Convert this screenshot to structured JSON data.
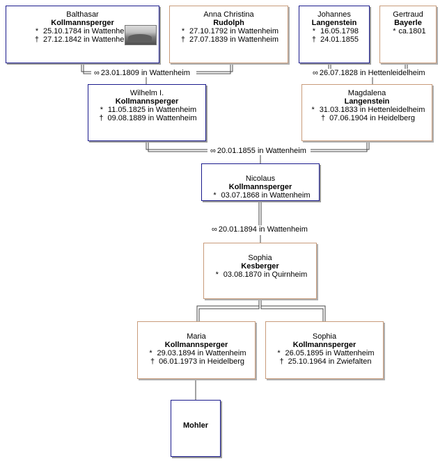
{
  "people": {
    "balthasar": {
      "first": "Balthasar",
      "last": "Kollmannsperger",
      "birth_sym": "*",
      "birth": "25.10.1784 in Wattenheim",
      "death_sym": "†",
      "death": "27.12.1842 in Wattenheim"
    },
    "anna": {
      "first": "Anna Christina",
      "last": "Rudolph",
      "birth_sym": "*",
      "birth": "27.10.1792 in Wattenheim",
      "death_sym": "†",
      "death": "27.07.1839 in Wattenheim"
    },
    "johannes": {
      "first": "Johannes",
      "last": "Langenstein",
      "birth_sym": "*",
      "birth": "16.05.1798",
      "death_sym": "†",
      "death": "24.01.1855"
    },
    "gertraud": {
      "first": "Gertraud",
      "last": "Bayerle",
      "birth_sym": "*",
      "birth": "ca.1801"
    },
    "wilhelm": {
      "first": "Wilhelm I.",
      "last": "Kollmannsperger",
      "birth_sym": "*",
      "birth": "11.05.1825 in Wattenheim",
      "death_sym": "†",
      "death": "09.08.1889 in Wattenheim"
    },
    "magdalena": {
      "first": "Magdalena",
      "last": "Langenstein",
      "birth_sym": "*",
      "birth": "31.03.1833 in Hettenleidelheim",
      "death_sym": "†",
      "death": "07.06.1904 in Heidelberg"
    },
    "nicolaus": {
      "first": "Nicolaus",
      "last": "Kollmannsperger",
      "birth_sym": "*",
      "birth": "03.07.1868 in Wattenheim"
    },
    "sophia_k": {
      "first": "Sophia",
      "last": "Kesberger",
      "birth_sym": "*",
      "birth": "03.08.1870 in Quirnheim"
    },
    "maria": {
      "first": "Maria",
      "last": "Kollmannsperger",
      "birth_sym": "*",
      "birth": "29.03.1894 in Wattenheim",
      "death_sym": "†",
      "death": "06.01.1973 in Heidelberg"
    },
    "sophia_c": {
      "first": "Sophia",
      "last": "Kollmannsperger",
      "birth_sym": "*",
      "birth": "26.05.1895 in Wattenheim",
      "death_sym": "†",
      "death": "25.10.1964 in Zwiefalten"
    },
    "mohler": {
      "last": "Mohler"
    }
  },
  "marriages": {
    "m1": {
      "symbol": "∞",
      "text": "23.01.1809 in Wattenheim"
    },
    "m2": {
      "symbol": "∞",
      "text": "26.07.1828 in Hettenleidelheim"
    },
    "m3": {
      "symbol": "∞",
      "text": "20.01.1855 in Wattenheim"
    },
    "m4": {
      "symbol": "∞",
      "text": "20.01.1894 in Wattenheim"
    }
  }
}
